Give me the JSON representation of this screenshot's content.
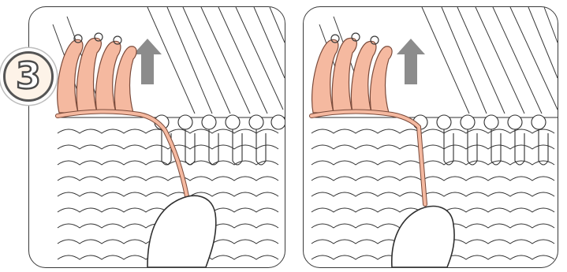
{
  "figure": {
    "step_number": "3",
    "panels": [
      {
        "name": "left-panel",
        "arrow_direction": "up"
      },
      {
        "name": "right-panel",
        "arrow_direction": "up"
      }
    ],
    "colors": {
      "yarn": "#f5b9a0",
      "yarn_outline": "#c97b62",
      "outline": "#2f2f2f",
      "arrow": "#8c8c8c",
      "badge_fill": "#fdf3e8",
      "background": "#ffffff"
    }
  }
}
